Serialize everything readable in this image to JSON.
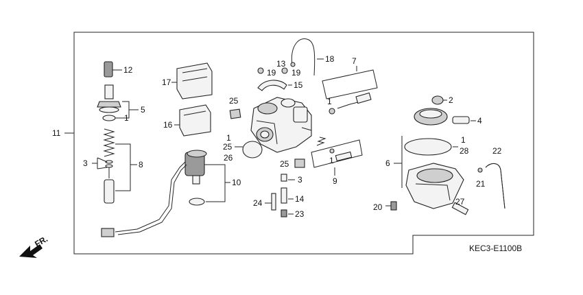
{
  "diagram": {
    "code": "KEC3-E1100B",
    "direction": "FR.",
    "callouts": {
      "c1": "1",
      "c2": "2",
      "c3": "3",
      "c4": "4",
      "c5": "5",
      "c6": "6",
      "c7": "7",
      "c8": "8",
      "c9": "9",
      "c10": "10",
      "c11": "11",
      "c12": "12",
      "c13": "13",
      "c14": "14",
      "c15": "15",
      "c16": "16",
      "c17": "17",
      "c18": "18",
      "c19": "19",
      "c20": "20",
      "c21": "21",
      "c22": "22",
      "c23": "23",
      "c24": "24",
      "c25": "25",
      "c26": "26",
      "c27": "27",
      "c28": "28"
    }
  }
}
